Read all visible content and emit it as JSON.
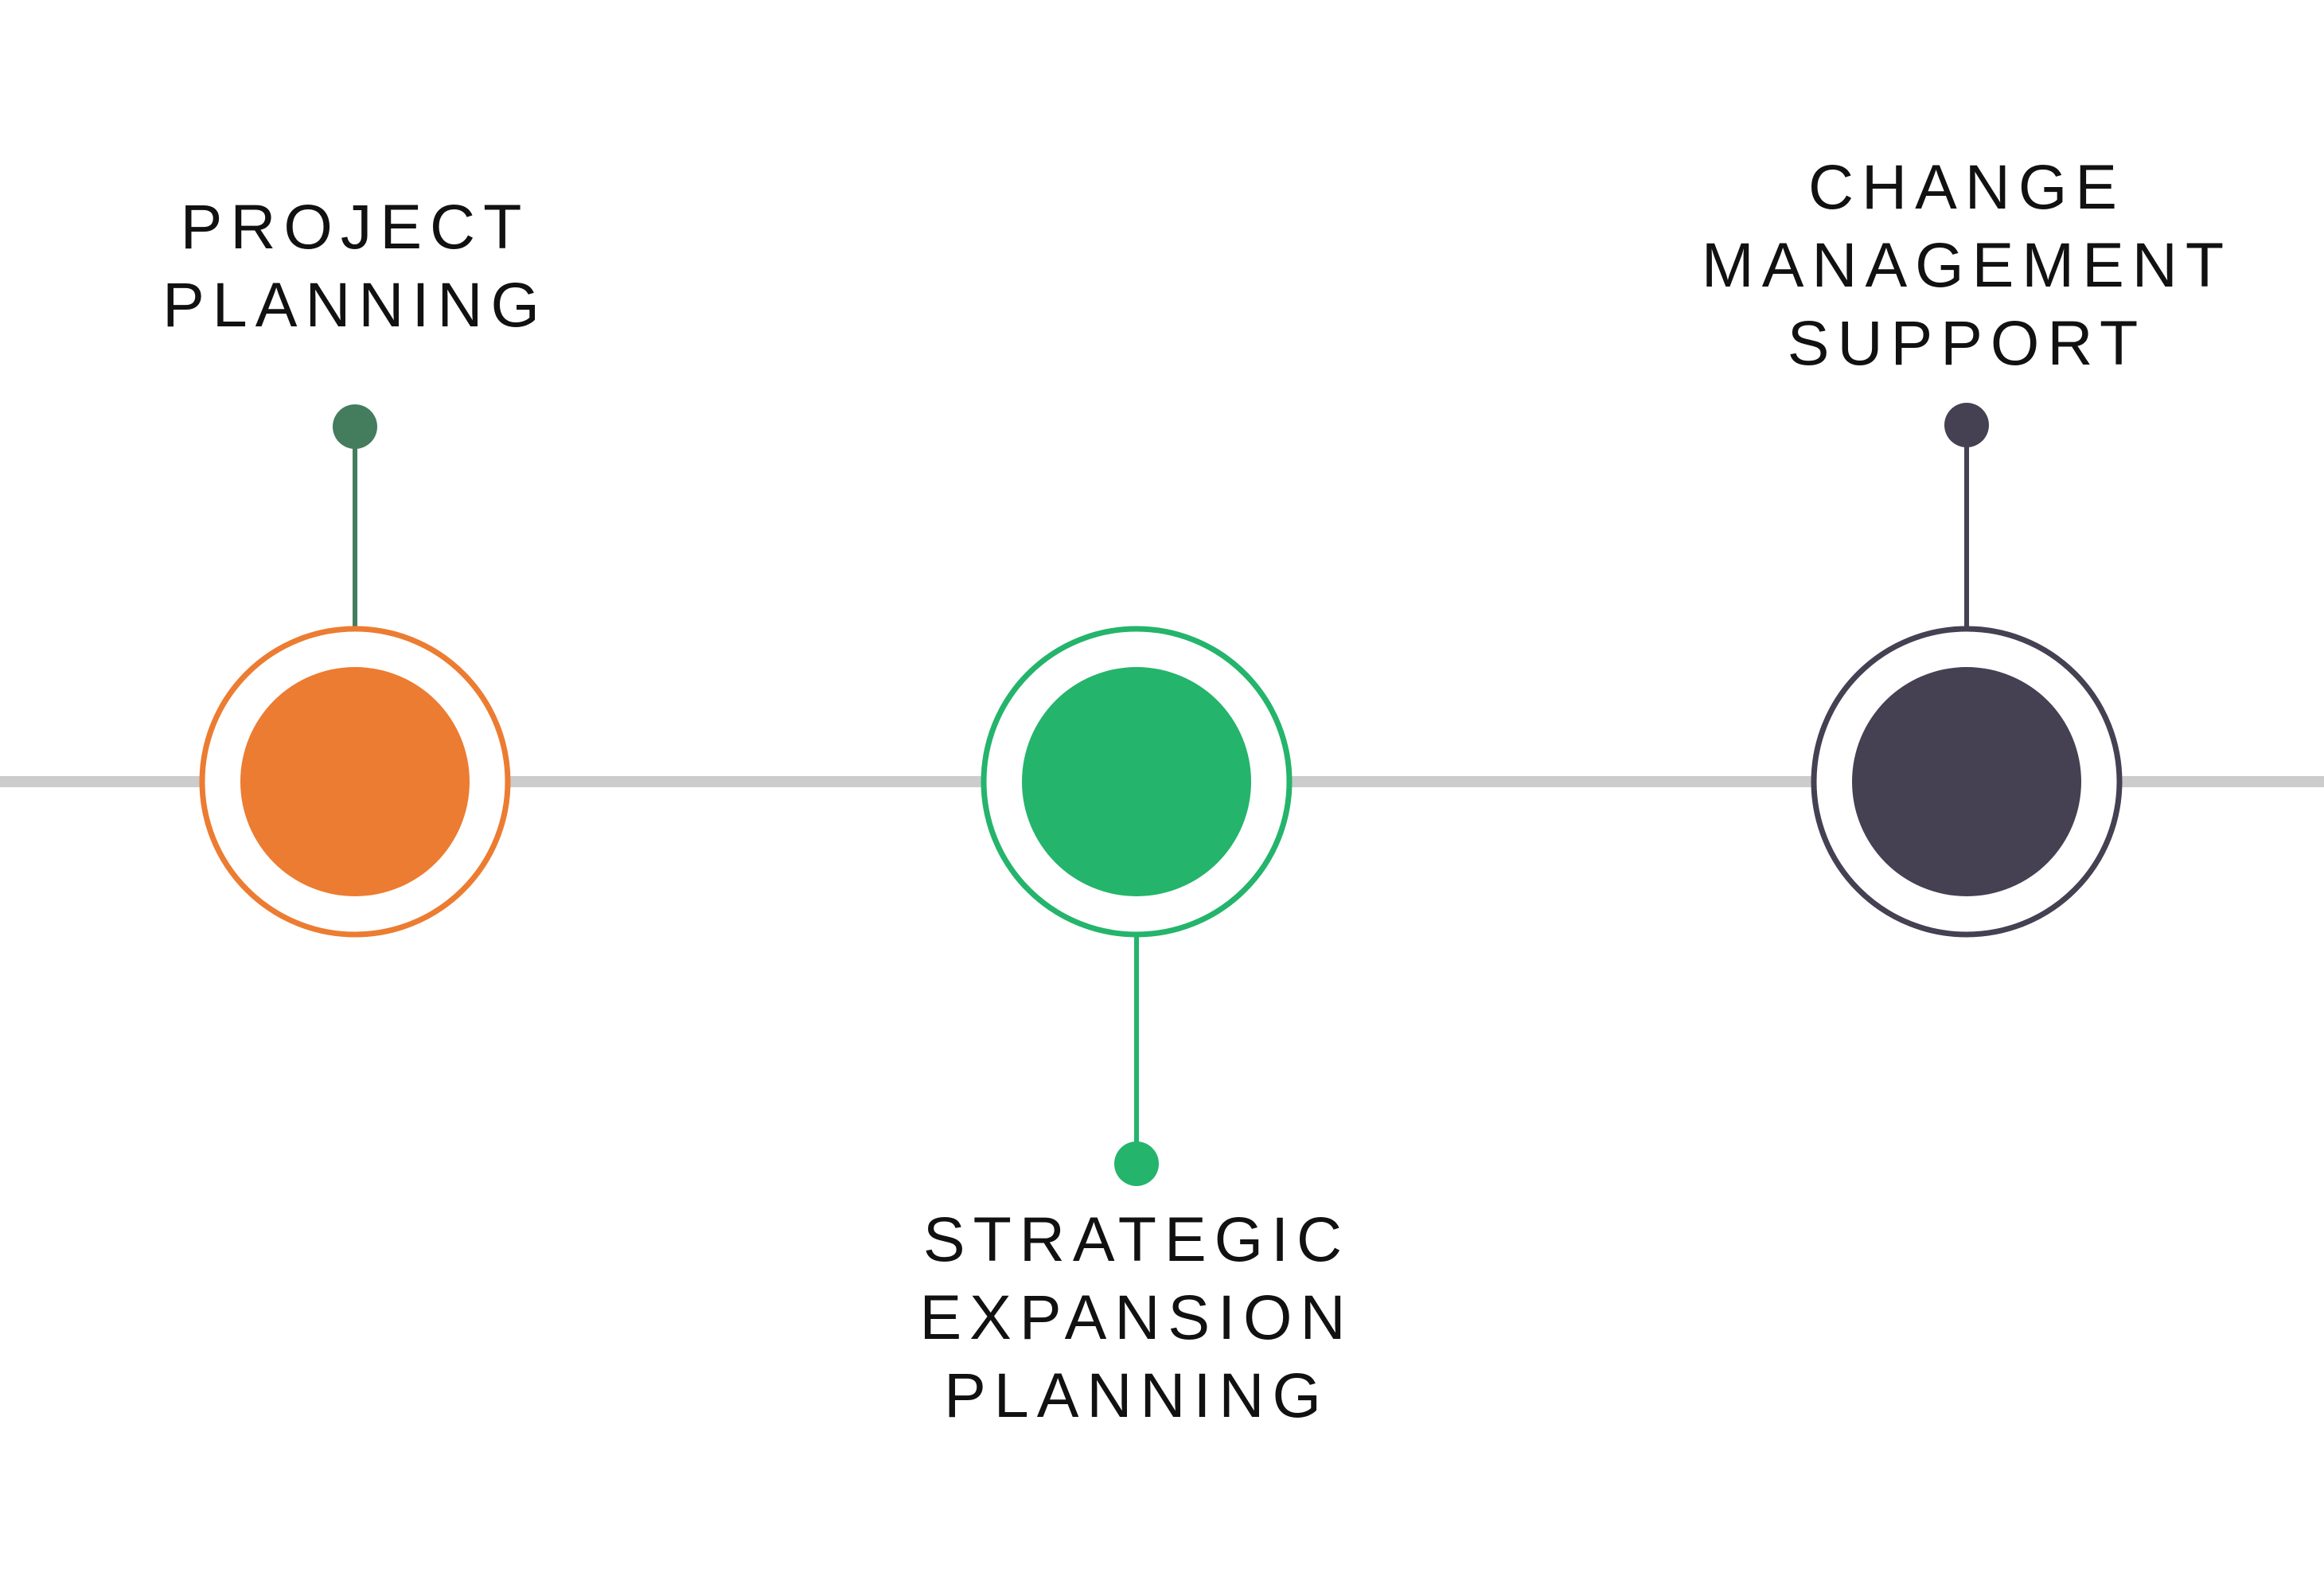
{
  "diagram": {
    "timeline_color": "#cccccc",
    "milestones": [
      {
        "label_lines": [
          "PROJECT",
          "PLANNING"
        ],
        "color": "#ec7c31",
        "connector_color": "#447c5e",
        "label_position": "above"
      },
      {
        "label_lines": [
          "STRATEGIC",
          "EXPANSION",
          "PLANNING"
        ],
        "color": "#24b46c",
        "connector_color": "#24b46c",
        "label_position": "below"
      },
      {
        "label_lines": [
          "CHANGE",
          "MANAGEMENT",
          "SUPPORT"
        ],
        "color": "#454052",
        "connector_color": "#454052",
        "label_position": "above"
      }
    ]
  }
}
